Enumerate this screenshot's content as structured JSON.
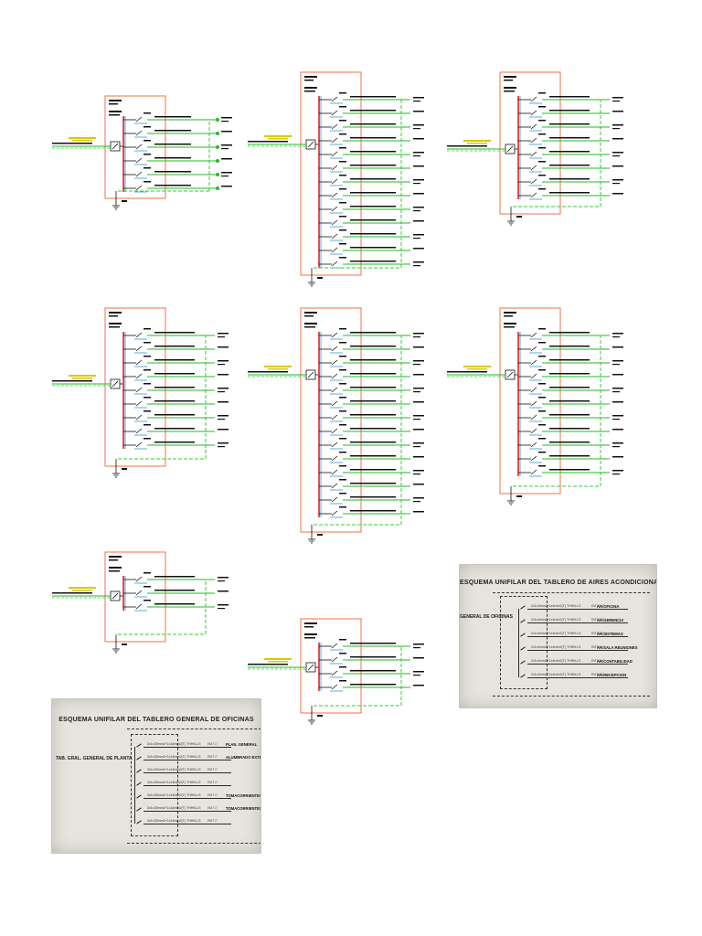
{
  "photo_general": {
    "title": "ESQUEMA UNIFILAR DEL TABLERO GENERAL DE OFICINAS",
    "feed_label": "TAB. GRAL. GENERAL DE PLANTA",
    "rows": [
      {
        "desc": "PLAN. GENERAL",
        "circuit": "3x1x25mm2+1x16mm2(T) THHN-LS",
        "code": "EMT 1\""
      },
      {
        "desc": "ALUMBRADO EXTERIOR",
        "circuit": "3x1x25mm2+1x16mm2(T) THHN-LS",
        "code": "EMT 1\""
      },
      {
        "desc": "",
        "circuit": "3x1x25mm2+1x16mm2(T) THHN-LS",
        "code": "EMT 1\""
      },
      {
        "desc": "",
        "circuit": "3x1x25mm2+1x16mm2(T) THHN-LS",
        "code": "EMT 1\""
      },
      {
        "desc": "TOMACORRIENTES",
        "circuit": "3x1x25mm2+1x16mm2(T) THHN-LS",
        "code": "EMT 1\""
      },
      {
        "desc": "TOMACORRIENTES",
        "circuit": "3x1x25mm2+1x16mm2(T) THHN-LS",
        "code": "EMT 1\""
      },
      {
        "desc": "",
        "circuit": "3x1x25mm2+1x16mm2(T) THHN-LS",
        "code": "EMT 1\""
      }
    ]
  },
  "photo_ac": {
    "title": "ESQUEMA UNIFILAR DEL TABLERO DE AIRES ACONDICIONADOS DE OFICINAS",
    "feed_label": "GENERAL DE OFICINAS",
    "rows": [
      {
        "desc": "AA.OFICINA",
        "circuit": "2x1x4mm2+1x4mm2(T) THHN-LS",
        "code": "EMT 3/4\""
      },
      {
        "desc": "AA.GERENCIA",
        "circuit": "2x1x4mm2+1x4mm2(T) THHN-LS",
        "code": "EMT 3/4\""
      },
      {
        "desc": "AA.SISTEMAS",
        "circuit": "2x1x4mm2+1x4mm2(T) THHN-LS",
        "code": "EMT 3/4\""
      },
      {
        "desc": "AA.SALA REUNIONES",
        "circuit": "2x1x4mm2+1x4mm2(T) THHN-LS",
        "code": "EMT 3/4\""
      },
      {
        "desc": "AA.CONTABILIDAD",
        "circuit": "2x1x4mm2+1x4mm2(T) THHN-LS",
        "code": "EMT 3/4\""
      },
      {
        "desc": "AA.RECEPCION",
        "circuit": "2x1x4mm2+1x4mm2(T) THHN-LS",
        "code": "EMT 3/4\""
      }
    ]
  },
  "colors": {
    "frame": "#f07040",
    "feeder_bus": "#e02020",
    "circuit_line": "#22bb22",
    "ground_dash": "#33cc33",
    "feed_label": "#d8c800",
    "breaker": "#3399cc"
  }
}
